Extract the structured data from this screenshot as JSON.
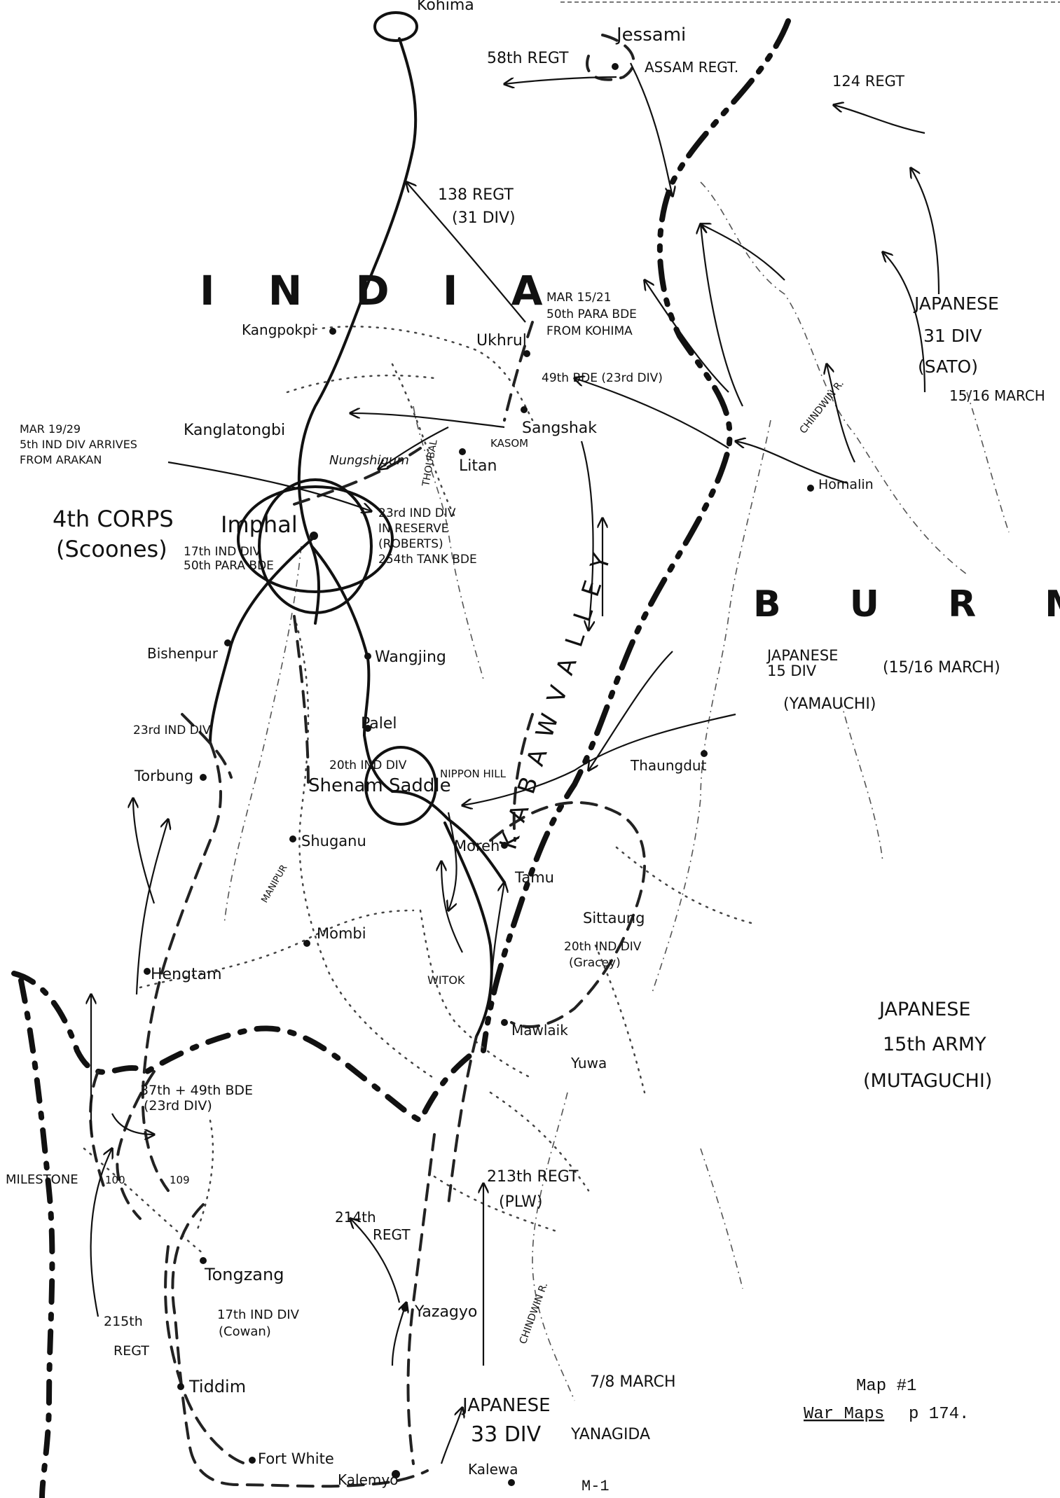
{
  "map": {
    "country_labels": {
      "india": "I N D I A",
      "burma": "B U R M A"
    },
    "places": {
      "kohima": "Kohima",
      "jessami": "Jessami",
      "kangpokpi": "Kangpokpi",
      "ukhrul": "Ukhrul",
      "sangshak": "Sangshak",
      "kasom": "KASOM",
      "litan": "Litan",
      "nungshigum": "Nungshigum",
      "kanglatongbi": "Kanglatongbi",
      "imphal": "Imphal",
      "homalin": "Homalin",
      "bishenpur": "Bishenpur",
      "wangjing": "Wangjing",
      "palel": "Palel",
      "torbung": "Torbung",
      "shenam_saddle": "Shenam Saddle",
      "nippon_hill": "NIPPON HILL",
      "thaungdut": "Thaungdut",
      "shuganu": "Shuganu",
      "moreh": "Moreh",
      "tamu": "Tamu",
      "sittaung": "Sittaung",
      "mombi": "Mombi",
      "hengtam": "Hengtam",
      "witok": "WITOK",
      "mawlaik": "Mawlaik",
      "yuwa": "Yuwa",
      "tongzang": "Tongzang",
      "yazagyo": "Yazagyo",
      "tiddim": "Tiddim",
      "fort_white": "Fort White",
      "kalemyo": "Kalemyo",
      "kalewa": "Kalewa",
      "ms100": "100",
      "ms109": "109"
    },
    "features": {
      "kabaw_valley": "K A B A W   V A L L E Y",
      "chindwin_north": "CHINDWIN R.",
      "chindwin_south": "CHINDWIN R.",
      "thoubal": "THOUBAL",
      "manipur": "MANIPUR"
    },
    "units": {
      "regt58": "58th REGT",
      "assam_regt": "ASSAM REGT.",
      "regt124": "124 REGT",
      "regt138": "138 REGT",
      "regt138_div": "(31 DIV)",
      "para_note_1": "MAR 15/21",
      "para_note_2": "50th PARA BDE",
      "para_note_3": "FROM KOHIMA",
      "bde49_23div": "49th BDE (23rd DIV)",
      "jp31_line1": "JAPANESE",
      "jp31_line2": "31 DIV",
      "jp31_line3": "(SATO)",
      "jp31_date": "15/16 MARCH",
      "ind5_1": "MAR 19/29",
      "ind5_2": "5th IND DIV ARRIVES",
      "ind5_3": "FROM ARAKAN",
      "corps_1": "4th CORPS",
      "corps_2": "(Scoones)",
      "ind17_imphal_1": "17th IND DIV",
      "ind17_imphal_2": "50th PARA BDE",
      "ind23_reserve_1": "23rd IND DIV",
      "ind23_reserve_2": "IN RESERVE",
      "ind23_reserve_3": "(ROBERTS)",
      "ind23_reserve_4": "254th TANK BDE",
      "jp15_1": "JAPANESE",
      "jp15_2": "15 DIV",
      "jp15_3": "(YAMAUCHI)",
      "jp15_date": "(15/16 MARCH)",
      "ind23_torbung": "23rd IND DIV",
      "ind20_shenam": "20th IND DIV",
      "ind20_south_1": "20th IND DIV",
      "ind20_south_2": "(Gracey)",
      "army_1": "JAPANESE",
      "army_2": "15th ARMY",
      "army_3": "(MUTAGUCHI)",
      "bde37_1": "37th + 49th BDE",
      "bde37_2": "(23rd DIV)",
      "milestone": "MILESTONE",
      "regt213_1": "213th REGT",
      "regt213_2": "(PLW)",
      "regt214_1": "214th",
      "regt214_2": "REGT",
      "ind17_tiddim_1": "17th IND DIV",
      "ind17_tiddim_2": "(Cowan)",
      "regt215_1": "215th",
      "regt215_2": "REGT",
      "jp33_date": "7/8 MARCH",
      "jp33_1": "JAPANESE",
      "jp33_2": "33 DIV",
      "jp33_3": "YANAGIDA"
    },
    "caption": {
      "line1": "Map #1",
      "line2": "War Maps",
      "line3": "p 174.",
      "code": "M-1"
    }
  }
}
